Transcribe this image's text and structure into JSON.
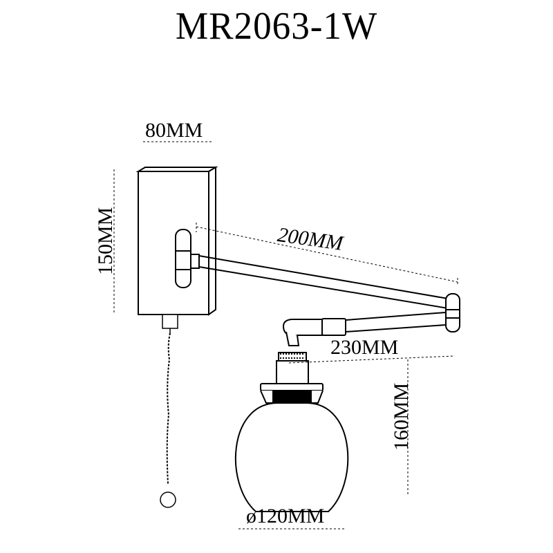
{
  "title": "MR2063-1W",
  "dimensions": {
    "width": "80MM",
    "height": "150MM",
    "arm_length": "200MM",
    "reach": "230MM",
    "shade_height": "160MM",
    "shade_diameter": "ø120MM"
  },
  "colors": {
    "line": "#000000",
    "background": "#ffffff"
  }
}
